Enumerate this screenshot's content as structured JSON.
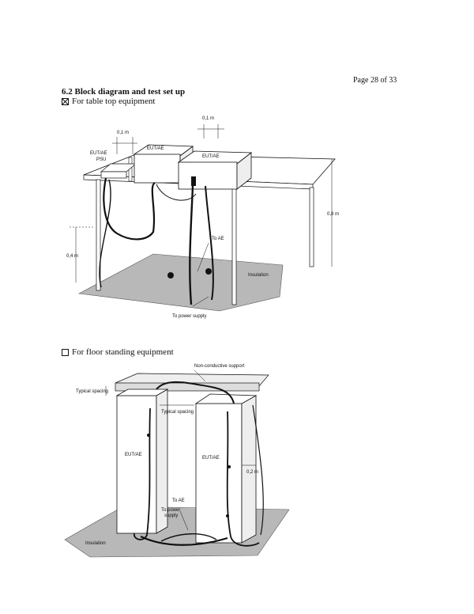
{
  "page": {
    "number": "Page 28 of 33"
  },
  "section": {
    "heading": "6.2 Block diagram and test set up"
  },
  "options": {
    "tabletop": {
      "label": "For table top equipment",
      "checked": true
    },
    "floor": {
      "label": "For floor standing equipment",
      "checked": false
    }
  },
  "figure_tabletop": {
    "labels": {
      "spacing_top": "0,1 m",
      "spacing_left": "0,1 m",
      "psu": "EUT/AE\nPSU",
      "eut1": "EUT/AE",
      "eut2": "EUT/AE",
      "height_right": "0,8 m",
      "height_left": "0,4 m",
      "to_ae": "To AE",
      "insulation": "Insulation",
      "power": "To power supply"
    }
  },
  "figure_floor": {
    "labels": {
      "support": "Non-conductive support",
      "typical_spacing_left": "Typical spacing",
      "typical_spacing_mid": "Typical spacing",
      "eut1": "EUT/AE",
      "eut2": "EUT/AE",
      "spacing_right": "0,2 m",
      "to_ae": "To AE",
      "power": "To power\nsupply",
      "insulation": "Insulation"
    }
  }
}
